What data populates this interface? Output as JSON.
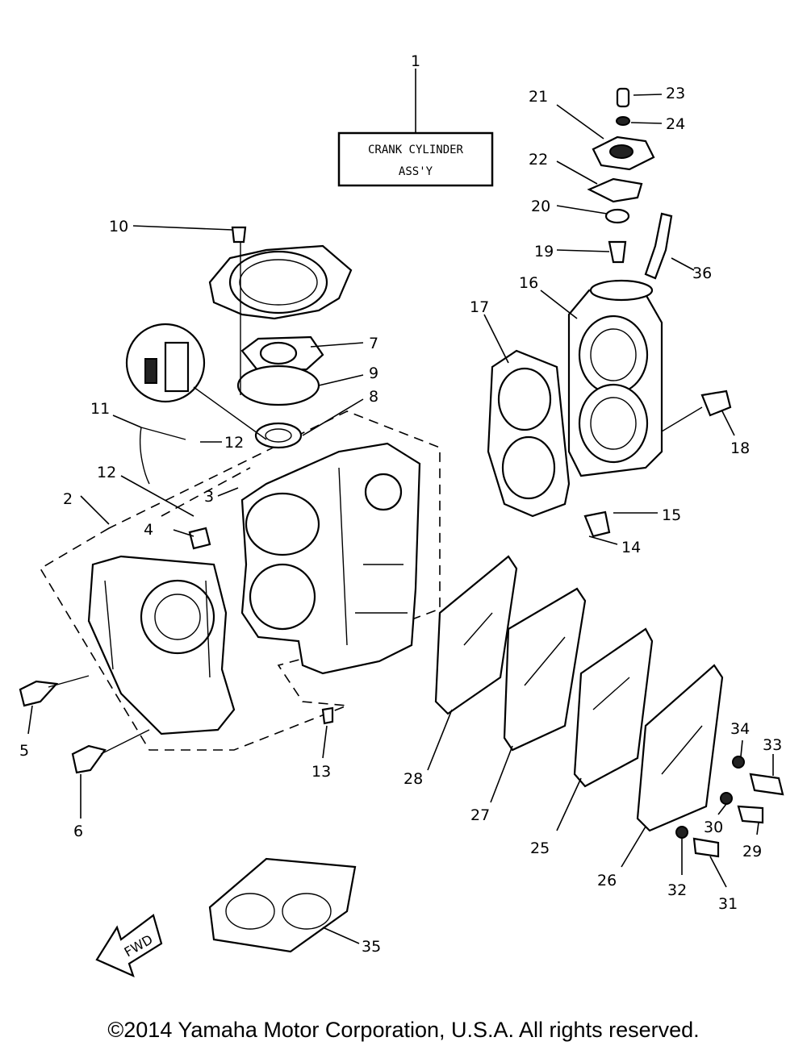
{
  "assembly_label": {
    "line1": "CRANK CYLINDER",
    "line2": "ASS'Y"
  },
  "direction_label": "FWD",
  "callouts": [
    "1",
    "2",
    "3",
    "4",
    "5",
    "6",
    "7",
    "8",
    "9",
    "10",
    "11",
    "12",
    "12",
    "13",
    "14",
    "15",
    "16",
    "17",
    "18",
    "19",
    "20",
    "21",
    "22",
    "23",
    "24",
    "25",
    "26",
    "27",
    "28",
    "29",
    "30",
    "31",
    "32",
    "33",
    "34",
    "35",
    "36"
  ],
  "copyright": "©2014 Yamaha Motor Corporation, U.S.A. All rights reserved."
}
